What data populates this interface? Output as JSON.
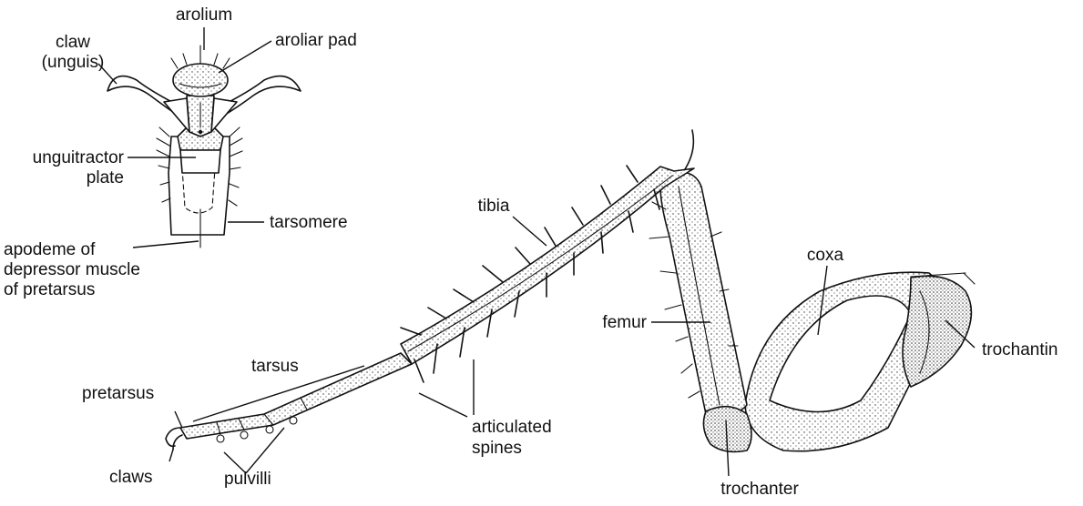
{
  "colors": {
    "ink": "#111111",
    "paper": "#ffffff",
    "stipple": "#f1f1f1"
  },
  "labels": {
    "arolium": "arolium",
    "claw_line1": "claw",
    "claw_line2": "(unguis)",
    "aroliar_pad": "aroliar pad",
    "unguitractor_line1": "unguitractor",
    "unguitractor_line2": "plate",
    "tarsomere": "tarsomere",
    "apodeme_line1": "apodeme of",
    "apodeme_line2": "depressor muscle",
    "apodeme_line3": "of pretarsus",
    "tibia": "tibia",
    "coxa": "coxa",
    "femur": "femur",
    "trochantin": "trochantin",
    "tarsus": "tarsus",
    "pretarsus": "pretarsus",
    "articulated_line1": "articulated",
    "articulated_line2": "spines",
    "claws": "claws",
    "pulvilli": "pulvilli",
    "trochanter": "trochanter"
  }
}
